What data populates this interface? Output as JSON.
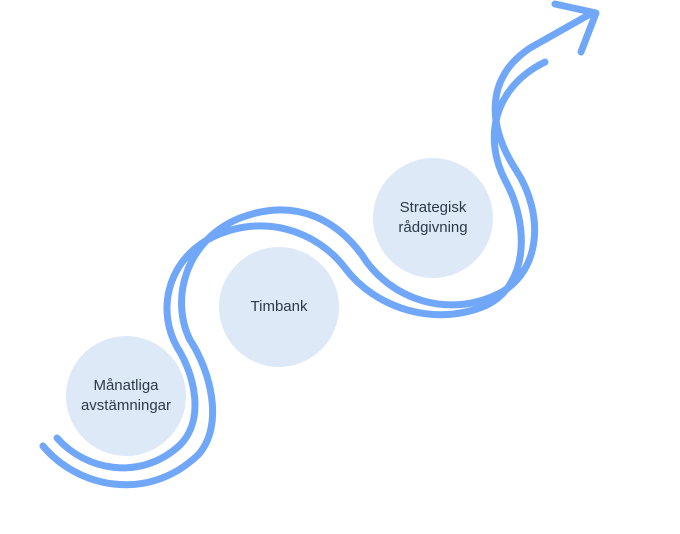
{
  "steps": [
    {
      "label": "Månatliga\navstämningar"
    },
    {
      "label": "Timbank"
    },
    {
      "label": "Strategisk\nrådgivning"
    }
  ],
  "colors": {
    "path": "#70a7f8",
    "circle": "#dde9f7",
    "text": "#2b3a4a"
  }
}
